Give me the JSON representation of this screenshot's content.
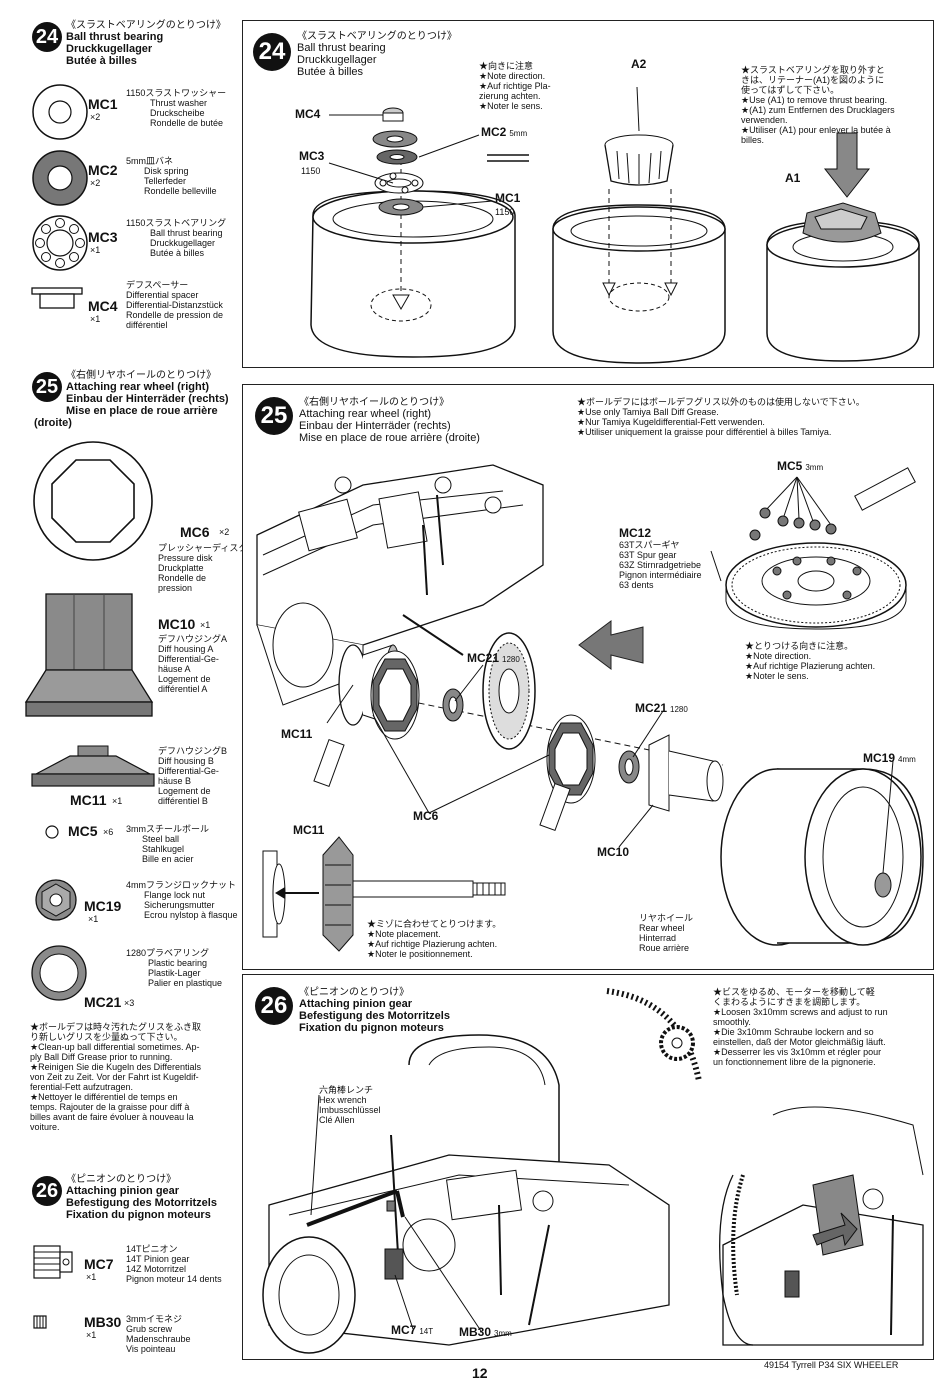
{
  "left": {
    "step24": {
      "num": "24",
      "title_jp": "《スラストベアリングのとりつけ》",
      "title_en": "Ball thrust bearing",
      "title_de": "Druckkugellager",
      "title_fr": "Butée à billes",
      "parts": [
        {
          "code": "MC1",
          "qty": "×2",
          "lines": [
            "1150スラストワッシャー",
            "Thrust washer",
            "Druckscheibe",
            "Rondelle de butée"
          ]
        },
        {
          "code": "MC2",
          "qty": "×2",
          "lines": [
            "5mm皿バネ",
            "Disk spring",
            "Tellerfeder",
            "Rondelle belleville"
          ]
        },
        {
          "code": "MC3",
          "qty": "×1",
          "lines": [
            "1150スラストベアリング",
            "Ball thrust bearing",
            "Druckkugellager",
            "Butée à billes"
          ]
        },
        {
          "code": "MC4",
          "qty": "×1",
          "lines": [
            "デフスペーサー",
            "Differential spacer",
            "Differential-Distanzstück",
            "Rondelle de pression de",
            "différentiel"
          ]
        }
      ]
    },
    "step25": {
      "num": "25",
      "title_jp": "《右側リヤホイールのとりつけ》",
      "title_en": "Attaching rear wheel (right)",
      "title_de": "Einbau der Hinterräder (rechts)",
      "title_fr": "Mise en place de roue arrière",
      "title_fr2": "(droite)",
      "parts": [
        {
          "code": "MC6",
          "qty": "×2",
          "lines": [
            "プレッシャーディスク",
            "Pressure disk",
            "Druckplatte",
            "Rondelle de",
            "pression"
          ]
        },
        {
          "code": "MC10",
          "qty": "×1",
          "lines": [
            "デフハウジングA",
            "Diff housing A",
            "Differential-Ge-",
            "häuse A",
            "Logement de",
            "différentiel A"
          ]
        },
        {
          "code": "MC11",
          "qty": "×1",
          "lines": [
            "デフハウジングB",
            "Diff housing B",
            "Differential-Ge-",
            "häuse B",
            "Logement de",
            "différentiel B"
          ]
        },
        {
          "code": "MC5",
          "qty": "×6",
          "lines": [
            "3mmスチールボール",
            "Steel ball",
            "Stahlkugel",
            "Bille en acier"
          ]
        },
        {
          "code": "MC19",
          "qty": "×1",
          "lines": [
            "4mmフランジロックナット",
            "Flange lock nut",
            "Sicherungsmutter",
            "Ecrou nylstop à flasque"
          ]
        },
        {
          "code": "MC21",
          "qty": "×3",
          "lines": [
            "1280プラベアリング",
            "Plastic bearing",
            "Plastik-Lager",
            "Palier en plastique"
          ]
        }
      ],
      "warning": [
        "★ボールデフは時々汚れたグリスをふき取",
        "り新しいグリスを少量ぬって下さい。",
        "★Clean-up ball differential sometimes. Ap-",
        "ply Ball Diff Grease prior to running.",
        "★Reinigen Sie die Kugeln des Differentials",
        "von Zeit zu Zeit. Vor der Fahrt ist Kugeldif-",
        "ferential-Fett aufzutragen.",
        "★Nettoyer le différentiel de temps en",
        "temps. Rajouter de la graisse pour diff à",
        "billes avant de faire évoluer à nouveau la",
        "voiture."
      ]
    },
    "step26": {
      "num": "26",
      "title_jp": "《ピニオンのとりつけ》",
      "title_en": "Attaching pinion gear",
      "title_de": "Befestigung des Motorritzels",
      "title_fr": "Fixation du pignon moteurs",
      "parts": [
        {
          "code": "MC7",
          "qty": "×1",
          "lines": [
            "14Tピニオン",
            "14T Pinion gear",
            "14Z Motorritzel",
            "Pignon moteur 14 dents"
          ]
        },
        {
          "code": "MB30",
          "qty": "×1",
          "lines": [
            "3mmイモネジ",
            "Grub screw",
            "Madenschraube",
            "Vis pointeau"
          ]
        }
      ]
    }
  },
  "panel24": {
    "num": "24",
    "title_jp": "《スラストベアリングのとりつけ》",
    "title_en": "Ball thrust bearing",
    "title_de": "Druckkugellager",
    "title_fr": "Butée à billes",
    "note_dir": [
      "★向きに注意",
      "★Note direction.",
      "★Auf richtige Pla-",
      "zierung achten.",
      "★Noter le sens."
    ],
    "note_remove": [
      "★スラストベアリングを取り外すと",
      "きは、リテーナー(A1)を図のように",
      "使ってはずして下さい。",
      "★Use (A1) to remove thrust bearing.",
      "★(A1) zum Entfernen des Drucklagers",
      "verwenden.",
      "★Utiliser (A1) pour enlever la butée à",
      "billes."
    ],
    "labels": {
      "mc4": "MC4",
      "mc3": "MC3",
      "mc3n": "1150",
      "mc2": "MC2",
      "mc2n": "5mm",
      "mc1": "MC1",
      "mc1n": "1150",
      "a2": "A2",
      "a1": "A1"
    }
  },
  "panel25": {
    "num": "25",
    "title_jp": "《右側リヤホイールのとりつけ》",
    "title_en": "Attaching rear wheel (right)",
    "title_de": "Einbau der Hinterräder (rechts)",
    "title_fr": "Mise en place de roue arrière (droite)",
    "note_grease": [
      "★ボールデフにはボールデフグリス以外のものは使用しないで下さい。",
      "★Use only Tamiya Ball Diff Grease.",
      "★Nur Tamiya Kugeldifferential-Fett verwenden.",
      "★Utiliser uniquement la graisse pour différentiel à billes Tamiya."
    ],
    "mc12": [
      "MC12",
      "63Tスパーギヤ",
      "63T Spur gear",
      "63Z Stirnradgetriebe",
      "Pignon intermédiaire",
      "63 dents"
    ],
    "note_dir": [
      "★とりつける向きに注意。",
      "★Note direction.",
      "★Auf richtige Plazierung achten.",
      "★Noter le sens."
    ],
    "note_place": [
      "★ミゾに合わせてとりつけます。",
      "★Note placement.",
      "★Auf richtige Plazierung achten.",
      "★Noter le positionnement."
    ],
    "rear_wheel": [
      "リヤホイール",
      "Rear wheel",
      "Hinterrad",
      "Roue arrière"
    ],
    "labels": {
      "mc5": "MC5",
      "mc5n": "3mm",
      "mc21a": "MC21",
      "mc21an": "1280",
      "mc21b": "MC21",
      "mc21bn": "1280",
      "mc11": "MC11",
      "mc11b": "MC11",
      "mc6": "MC6",
      "mc10": "MC10",
      "mc19": "MC19",
      "mc19n": "4mm"
    }
  },
  "panel26": {
    "num": "26",
    "title_jp": "《ピニオンのとりつけ》",
    "title_en": "Attaching pinion gear",
    "title_de": "Befestigung des Motorritzels",
    "title_fr": "Fixation du pignon moteurs",
    "note_adjust": [
      "★ビスをゆるめ、モーターを移動して軽",
      "くまわるようにすきまを調節します。",
      "★Loosen 3x10mm screws and adjust to run",
      "smoothly.",
      "★Die 3x10mm Schraube lockern and so",
      "einstellen, daß der Motor gleichmäßig läuft.",
      "★Desserrer les vis 3x10mm et régler pour",
      "un fonctionnement libre de la pignonerie."
    ],
    "hex": [
      "六角棒レンチ",
      "Hex wrench",
      "Imbusschlüssel",
      "Clé Allen"
    ],
    "labels": {
      "mc7": "MC7",
      "mc7n": "14T",
      "mb30": "MB30",
      "mb30n": "3mm"
    }
  },
  "footer": {
    "page": "12",
    "model": "49154 Tyrrell P34 SIX WHEELER"
  }
}
